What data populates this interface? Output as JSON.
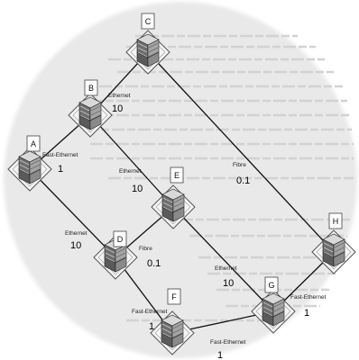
{
  "nodes": [
    {
      "id": "A",
      "label": "A"
    },
    {
      "id": "B",
      "label": "B"
    },
    {
      "id": "C",
      "label": "C"
    },
    {
      "id": "D",
      "label": "D"
    },
    {
      "id": "E",
      "label": "E"
    },
    {
      "id": "F",
      "label": "F"
    },
    {
      "id": "G",
      "label": "G"
    },
    {
      "id": "H",
      "label": "H"
    }
  ],
  "links": [
    {
      "from": "A",
      "to": "B",
      "type": "Fast-Ethernet",
      "cost": "1"
    },
    {
      "from": "B",
      "to": "C",
      "type": "Ethernet",
      "cost": "10"
    },
    {
      "from": "B",
      "to": "E",
      "type": "Ethernet",
      "cost": "10"
    },
    {
      "from": "C",
      "to": "H",
      "type": "Fibre",
      "cost": "0.1"
    },
    {
      "from": "A",
      "to": "D",
      "type": "Ethernet",
      "cost": "10"
    },
    {
      "from": "D",
      "to": "E",
      "type": "Fibre",
      "cost": "0.1"
    },
    {
      "from": "E",
      "to": "G",
      "type": "Ethernet",
      "cost": "10"
    },
    {
      "from": "D",
      "to": "F",
      "type": "Fast-Ethernet",
      "cost": "1"
    },
    {
      "from": "F",
      "to": "G",
      "type": "Fast-Ethernet",
      "cost": "1"
    },
    {
      "from": "G",
      "to": "H",
      "type": "Fast-Ethernet",
      "cost": "1"
    }
  ]
}
